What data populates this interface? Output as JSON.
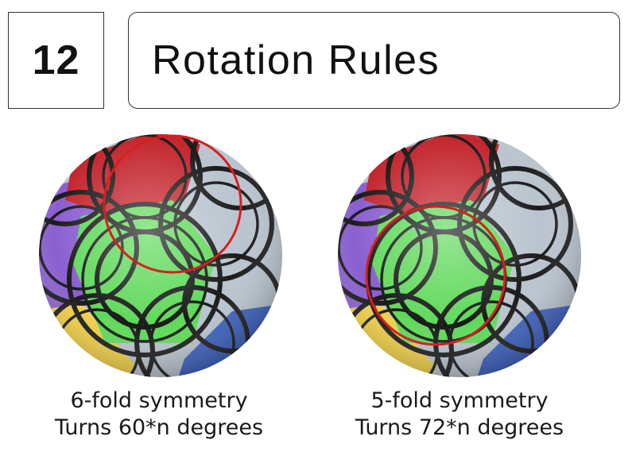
{
  "header": {
    "step_number": "12",
    "title": "Rotation Rules"
  },
  "figures": [
    {
      "caption_line1": "6-fold symmetry",
      "caption_line2": "Turns 60*n degrees",
      "highlight": "hexagon-centered circle"
    },
    {
      "caption_line1": "5-fold symmetry",
      "caption_line2": "Turns 72*n degrees",
      "highlight": "pentagon-centered circle"
    }
  ],
  "colors": {
    "face_red": "#c4262e",
    "face_green": "#5fd95a",
    "face_silver": "#b9c4cf",
    "face_purple": "#8a5fd0",
    "face_yellow": "#f0cf45",
    "face_blue": "#3a60c0",
    "cut_line": "#1b1b1b",
    "highlight_circle": "#d81e1e"
  }
}
